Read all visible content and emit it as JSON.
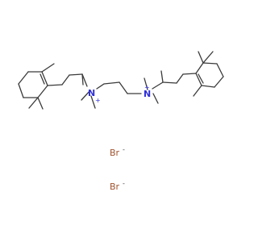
{
  "molecule": {
    "atoms": {
      "n1": {
        "symbol": "N",
        "charge": "+"
      },
      "n2": {
        "symbol": "N",
        "charge": "+"
      }
    },
    "counterions": [
      {
        "symbol": "Br",
        "charge": "-"
      },
      {
        "symbol": "Br",
        "charge": "-"
      }
    ]
  },
  "colors": {
    "bond": "#3a3a3a",
    "nitrogen": "#2f2fd8",
    "bromine": "#a0522d",
    "background": "#ffffff"
  }
}
